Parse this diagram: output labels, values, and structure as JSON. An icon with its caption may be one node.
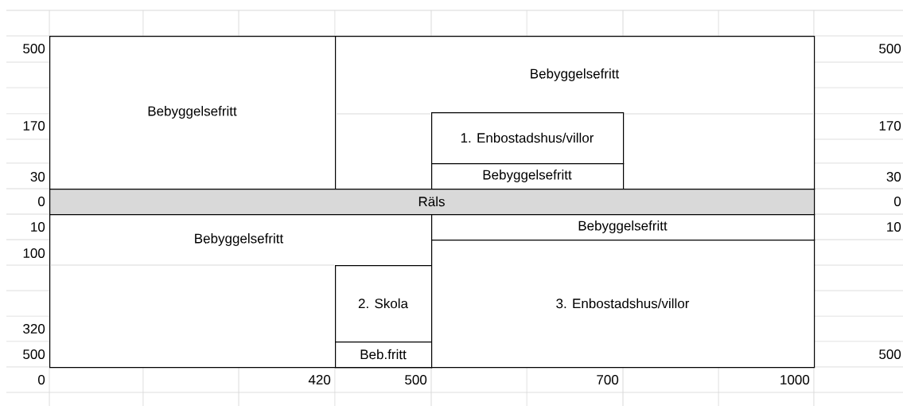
{
  "diagram": {
    "nodes": [
      {
        "text": [
          "Bebyggelsefritt"
        ]
      },
      {
        "text": [
          "Bebyggelsefritt"
        ]
      },
      {
        "text": [
          "1. Enbostadshus/villor"
        ],
        "in": 1
      },
      {
        "text": [
          "Bebyggelsefritt"
        ],
        "in": 1
      },
      {
        "text": [
          "Räls"
        ]
      },
      {
        "text": [
          "Bebyggelsefritt"
        ]
      },
      {
        "text": [
          "2. Skola"
        ],
        "in": 5
      },
      {
        "text": [
          "Beb.fritt"
        ],
        "in": 5
      },
      {
        "text": [
          "Bebyggelsefritt"
        ]
      },
      {
        "text": [
          "3. Enbostadshus/villor"
        ]
      }
    ],
    "labels": [
      "500",
      "500",
      "170",
      "170",
      "30",
      "30",
      "0",
      "0",
      "10",
      "10",
      "100",
      "320",
      "500",
      "500",
      "0",
      "420",
      "500",
      "700",
      "1000"
    ]
  }
}
